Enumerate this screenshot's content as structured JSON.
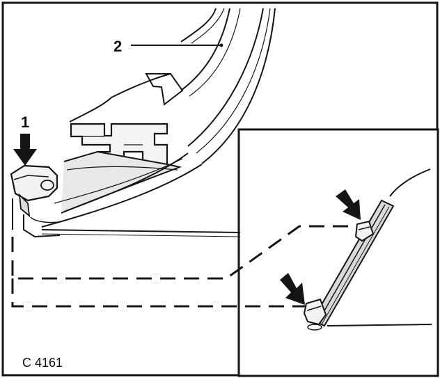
{
  "figure": {
    "callouts": [
      {
        "id": "1",
        "text": "1"
      },
      {
        "id": "2",
        "text": "2"
      }
    ],
    "figure_code": "C 4161",
    "colors": {
      "ink": "#151515",
      "paper": "#ffffff",
      "shade": "#bdbdbd"
    }
  }
}
